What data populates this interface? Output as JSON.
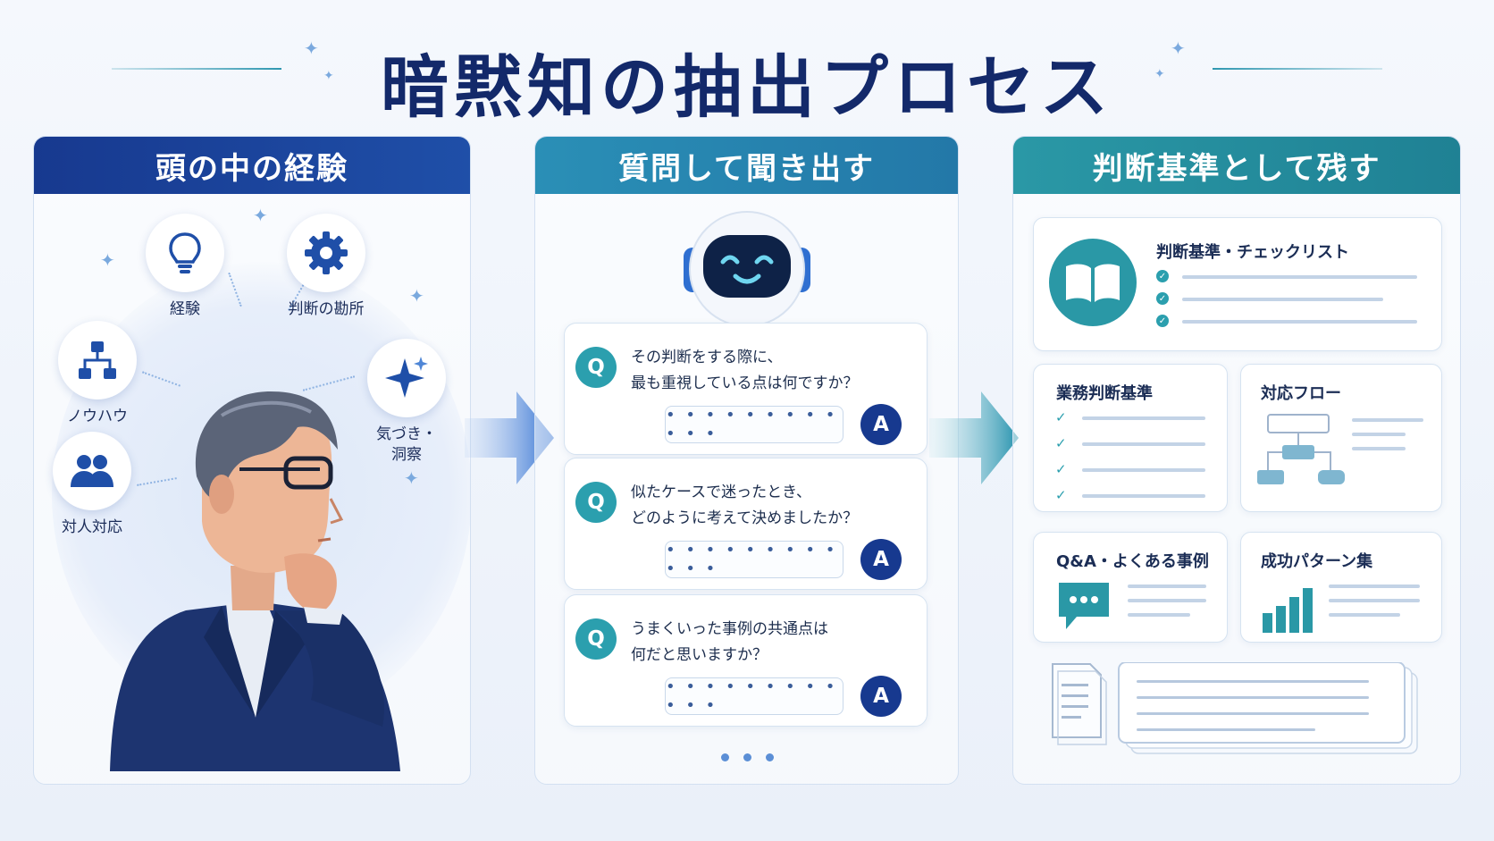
{
  "title": "暗黙知の抽出プロセス",
  "colors": {
    "navy": "#17398f",
    "blue": "#2a8fb6",
    "teal": "#2a98a6"
  },
  "panel1": {
    "header": "頭の中の経験",
    "skills": [
      {
        "label": "経験",
        "icon": "lightbulb-icon"
      },
      {
        "label": "判断の勘所",
        "icon": "gear-icon"
      },
      {
        "label": "ノウハウ",
        "icon": "hierarchy-icon"
      },
      {
        "label": "気づき・\n洞察",
        "icon": "sparkle-icon"
      },
      {
        "label": "対人対応",
        "icon": "people-icon"
      }
    ]
  },
  "panel2": {
    "header": "質問して聞き出す",
    "questions": [
      {
        "q_mark": "Q",
        "text": "その判断をする際に、\n最も重視している点は何ですか？",
        "answer_placeholder": "• • • • • • • • • • • •",
        "a_mark": "A"
      },
      {
        "q_mark": "Q",
        "text": "似たケースで迷ったとき、\nどのように考えて決めましたか？",
        "answer_placeholder": "• • • • • • • • • • • •",
        "a_mark": "A"
      },
      {
        "q_mark": "Q",
        "text": "うまくいった事例の共通点は\n何だと思いますか？",
        "answer_placeholder": "• • • • • • • • • • • •",
        "a_mark": "A"
      }
    ]
  },
  "panel3": {
    "header": "判断基準として残す",
    "checklist_title": "判断基準・チェックリスト",
    "business_criteria": "業務判断基準",
    "flow": "対応フロー",
    "faq": "Q&A・よくある事例",
    "success": "成功パターン集"
  }
}
